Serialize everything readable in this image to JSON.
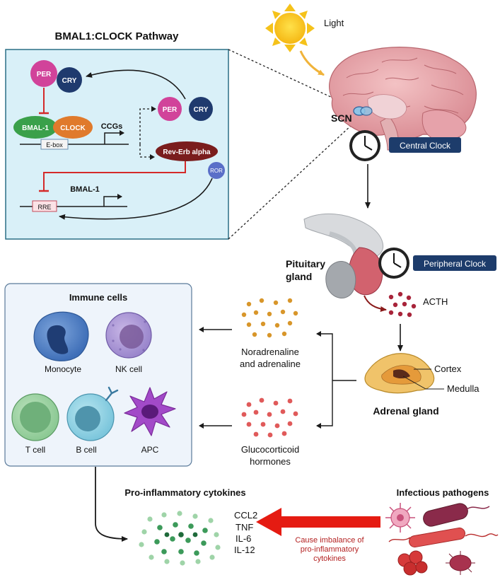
{
  "pathway": {
    "title": "BMAL1:CLOCK Pathway",
    "per": "PER",
    "cry": "CRY",
    "bmal1": "BMAL-1",
    "clock": "CLOCK",
    "ebox": "E-box",
    "ccgs": "CCGs",
    "per2": "PER",
    "cry2": "CRY",
    "reverb": "Rev-Erb alpha",
    "ror": "ROR",
    "rre": "RRE",
    "bmal1_gene": "BMAL-1"
  },
  "brain": {
    "light": "Light",
    "scn": "SCN",
    "central_clock": "Central Clock"
  },
  "pituitary": {
    "label_line1": "Pituitary",
    "label_line2": "gland",
    "peripheral_clock": "Peripheral Clock",
    "acth": "ACTH"
  },
  "adrenal": {
    "cortex": "Cortex",
    "medulla": "Medulla",
    "label": "Adrenal gland"
  },
  "hormones": {
    "noradrenaline_line1": "Noradrenaline",
    "noradrenaline_line2": "and adrenaline",
    "gluco_line1": "Glucocorticoid",
    "gluco_line2": "hormones"
  },
  "immune": {
    "title": "Immune cells",
    "monocyte": "Monocyte",
    "nk": "NK cell",
    "tcell": "T cell",
    "bcell": "B cell",
    "apc": "APC"
  },
  "cytokines": {
    "title": "Pro-inflammatory cytokines",
    "items": [
      "CCL2",
      "TNF",
      "IL-6",
      "IL-12"
    ]
  },
  "pathogens": {
    "title": "Infectious pathogens",
    "caption_line1": "Cause imbalance of",
    "caption_line2": "pro-inflammatory",
    "caption_line3": "cytokines"
  },
  "colors": {
    "panel_bg": "#d9f0f8",
    "per": "#d1439a",
    "cry": "#1f3a6e",
    "bmal": "#3aa04a",
    "clock": "#e07a2c",
    "reverb": "#7a1d1d",
    "ror": "#5a6fc8",
    "inhibit": "#d42a2a",
    "clock_badge": "#1d3c6b",
    "acth": "#a8243a",
    "noradrenaline": "#d8962a",
    "gluco": "#e05a5a",
    "cytokine": "#3c9a5a",
    "red_arrow": "#e51b12"
  }
}
